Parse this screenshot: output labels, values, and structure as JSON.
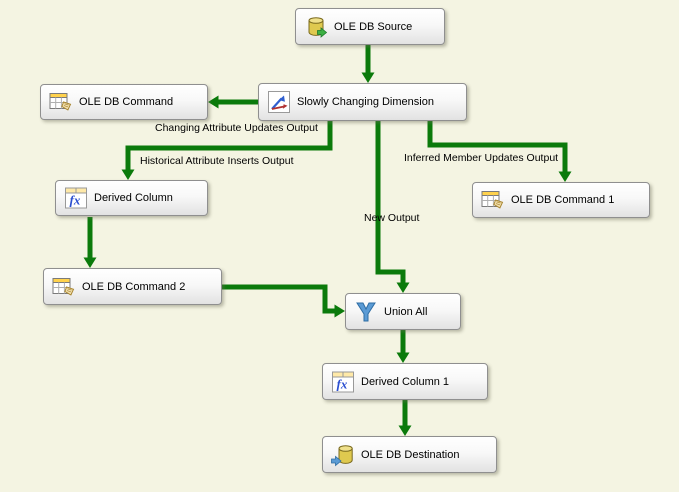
{
  "canvas": {
    "background_color": "#f4f4e2",
    "connector_color": "#0b7a0b"
  },
  "nodes": [
    {
      "label": "OLE DB Source",
      "icon": "database-source-icon"
    },
    {
      "label": "Slowly Changing Dimension",
      "icon": "slowly-changing-dimension-icon"
    },
    {
      "label": "OLE DB Command",
      "icon": "ole-db-command-icon"
    },
    {
      "label": "Derived Column",
      "icon": "derived-column-fx-icon"
    },
    {
      "label": "OLE DB Command 1",
      "icon": "ole-db-command-icon"
    },
    {
      "label": "OLE DB Command 2",
      "icon": "ole-db-command-icon"
    },
    {
      "label": "Union All",
      "icon": "union-all-icon"
    },
    {
      "label": "Derived Column 1",
      "icon": "derived-column-fx-icon"
    },
    {
      "label": "OLE DB Destination",
      "icon": "database-destination-icon"
    }
  ],
  "edge_labels": [
    {
      "text": "Changing Attribute Updates Output"
    },
    {
      "text": "Historical Attribute Inserts Output"
    },
    {
      "text": "Inferred Member Updates Output"
    },
    {
      "text": "New Output"
    }
  ]
}
